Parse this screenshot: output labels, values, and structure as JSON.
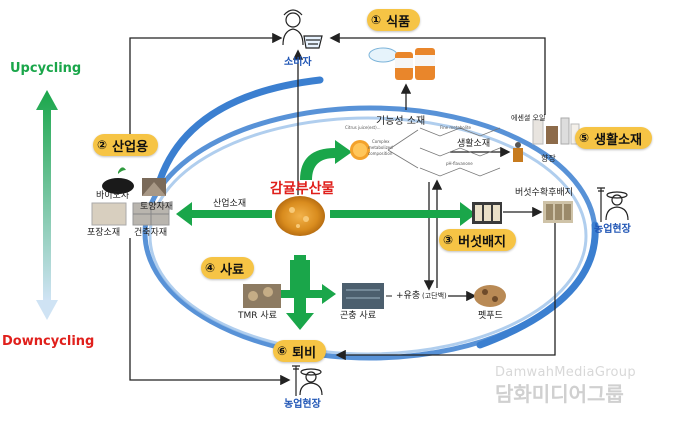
{
  "axis": {
    "upcycling": "Upcycling",
    "downcycling": "Downcycling"
  },
  "center": {
    "title": "감귤부산물"
  },
  "sections": {
    "food": {
      "num": "①",
      "label": "식품"
    },
    "industrial": {
      "num": "②",
      "label": "산업용"
    },
    "mushroom": {
      "num": "③",
      "label": "버섯배지"
    },
    "feed": {
      "num": "④",
      "label": "사료"
    },
    "lifestyle": {
      "num": "⑤",
      "label": "생활소재"
    },
    "compost": {
      "num": "⑥",
      "label": "퇴비"
    }
  },
  "actors": {
    "consumer": "소비자",
    "farm_right": "농업현장",
    "farm_bottom": "농업현장"
  },
  "labels": {
    "functional": "기능성 소재",
    "lifestyle_arrow": "생활소재",
    "essential_oil": "에센셜 오일",
    "fragrance": "향장",
    "industrial_arrow": "산업소재",
    "biochar": "바이오차",
    "soil_material": "토양자재",
    "packaging": "포장소재",
    "building": "건축자재",
    "spent_substrate": "버섯수확후배지",
    "tmr_feed": "TMR 사료",
    "insect_feed": "곤충 사료",
    "plus_oil": "+유충",
    "high_protein": "(고단백)",
    "pet_food": "펫푸드"
  },
  "process_texts": {
    "left1": "Citrus juice(est)...",
    "left2": "Complex",
    "left3": "metabolized",
    "left4": "composition",
    "right1": "Fine metabolite",
    "right2": "pH-flavanone"
  },
  "watermark": {
    "en": "DamwahMediaGroup",
    "ko": "담화미디어그룹"
  },
  "colors": {
    "green": "#1aa64a",
    "blue": "#3b7fd0",
    "badge": "#f6c445",
    "dark_blue": "#1f55b5",
    "red": "#e0201c"
  }
}
